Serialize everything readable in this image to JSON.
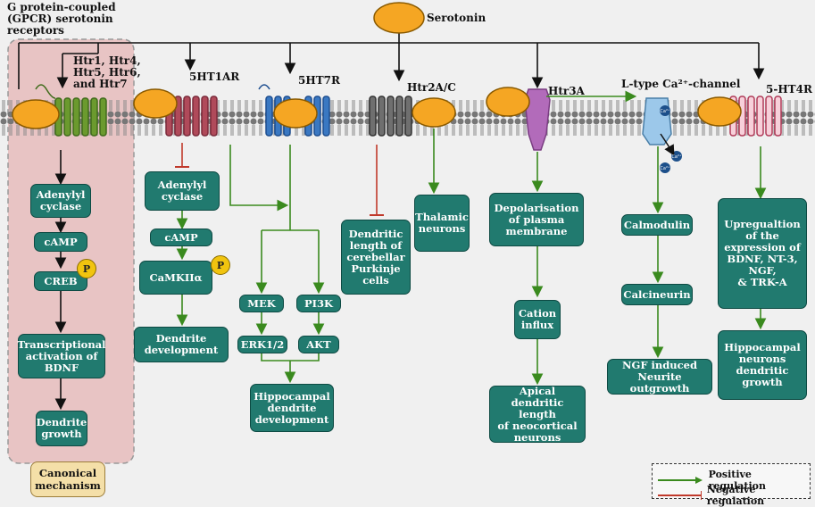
{
  "ligand": "Serotonin",
  "gpcr_title": "G protein-coupled\n(GPCR) serotonin\nreceptors",
  "receptors": {
    "group1": "Htr1, Htr4,\nHtr5, Htr6,\nand Htr7",
    "r5ht1ar": "5HT1AR",
    "r5ht7r": "5HT7R",
    "htr2ac": "Htr2A/C",
    "htr3a": "Htr3A",
    "ltype": "L-type Ca²⁺-channel",
    "r5ht4r": "5-HT4R"
  },
  "ions": {
    "ca": "Ca²⁺"
  },
  "nodes": {
    "adenylyl1": "Adenylyl\ncyclase",
    "camp1": "cAMP",
    "creb": "CREB",
    "transcription": "Transcriptional\nactivation of\nBDNF",
    "dendrite_growth": "Dendrite\ngrowth",
    "adenylyl2": "Adenylyl\ncyclase",
    "camp2": "cAMP",
    "camkii": "CaMKIIα",
    "dendrite_dev": "Dendrite\ndevelopment",
    "mek": "MEK",
    "pi3k": "PI3K",
    "erk": "ERK1/2",
    "akt": "AKT",
    "hippo_dev": "Hippocampal\ndendrite\ndevelopment",
    "purkinje": "Dendritic\nlength of\ncerebellar\nPurkinje\ncells",
    "thalamic": "Thalamic\nneurons",
    "depol": "Depolarisation\nof plasma\nmembrane",
    "cation": "Cation\ninflux",
    "apical": "Apical\ndendritic length\nof neocortical\nneurons",
    "calmodulin": "Calmodulin",
    "calcineurin": "Calcineurin",
    "ngf_neurite": "NGF induced\nNeurite outgrowth",
    "upreg": "Upregualtion\nof the\nexpression of\nBDNF, NT-3,\nNGF,\n& TRK-A",
    "hippo_growth": "Hippocampal\nneurons\ndendritic\ngrowth"
  },
  "phospho": "P",
  "canonical": "Canonical\nmechanism",
  "legend": {
    "positive": "Positive regulation",
    "negative": "Negative regulation"
  },
  "colors": {
    "node": "#217a6f",
    "positive": "#3a8a1e",
    "negative": "#c0392b",
    "serotonin": "#f5a623",
    "canonical_bg": "#e8c4c4",
    "canonical_label": "#f4dfa8"
  }
}
